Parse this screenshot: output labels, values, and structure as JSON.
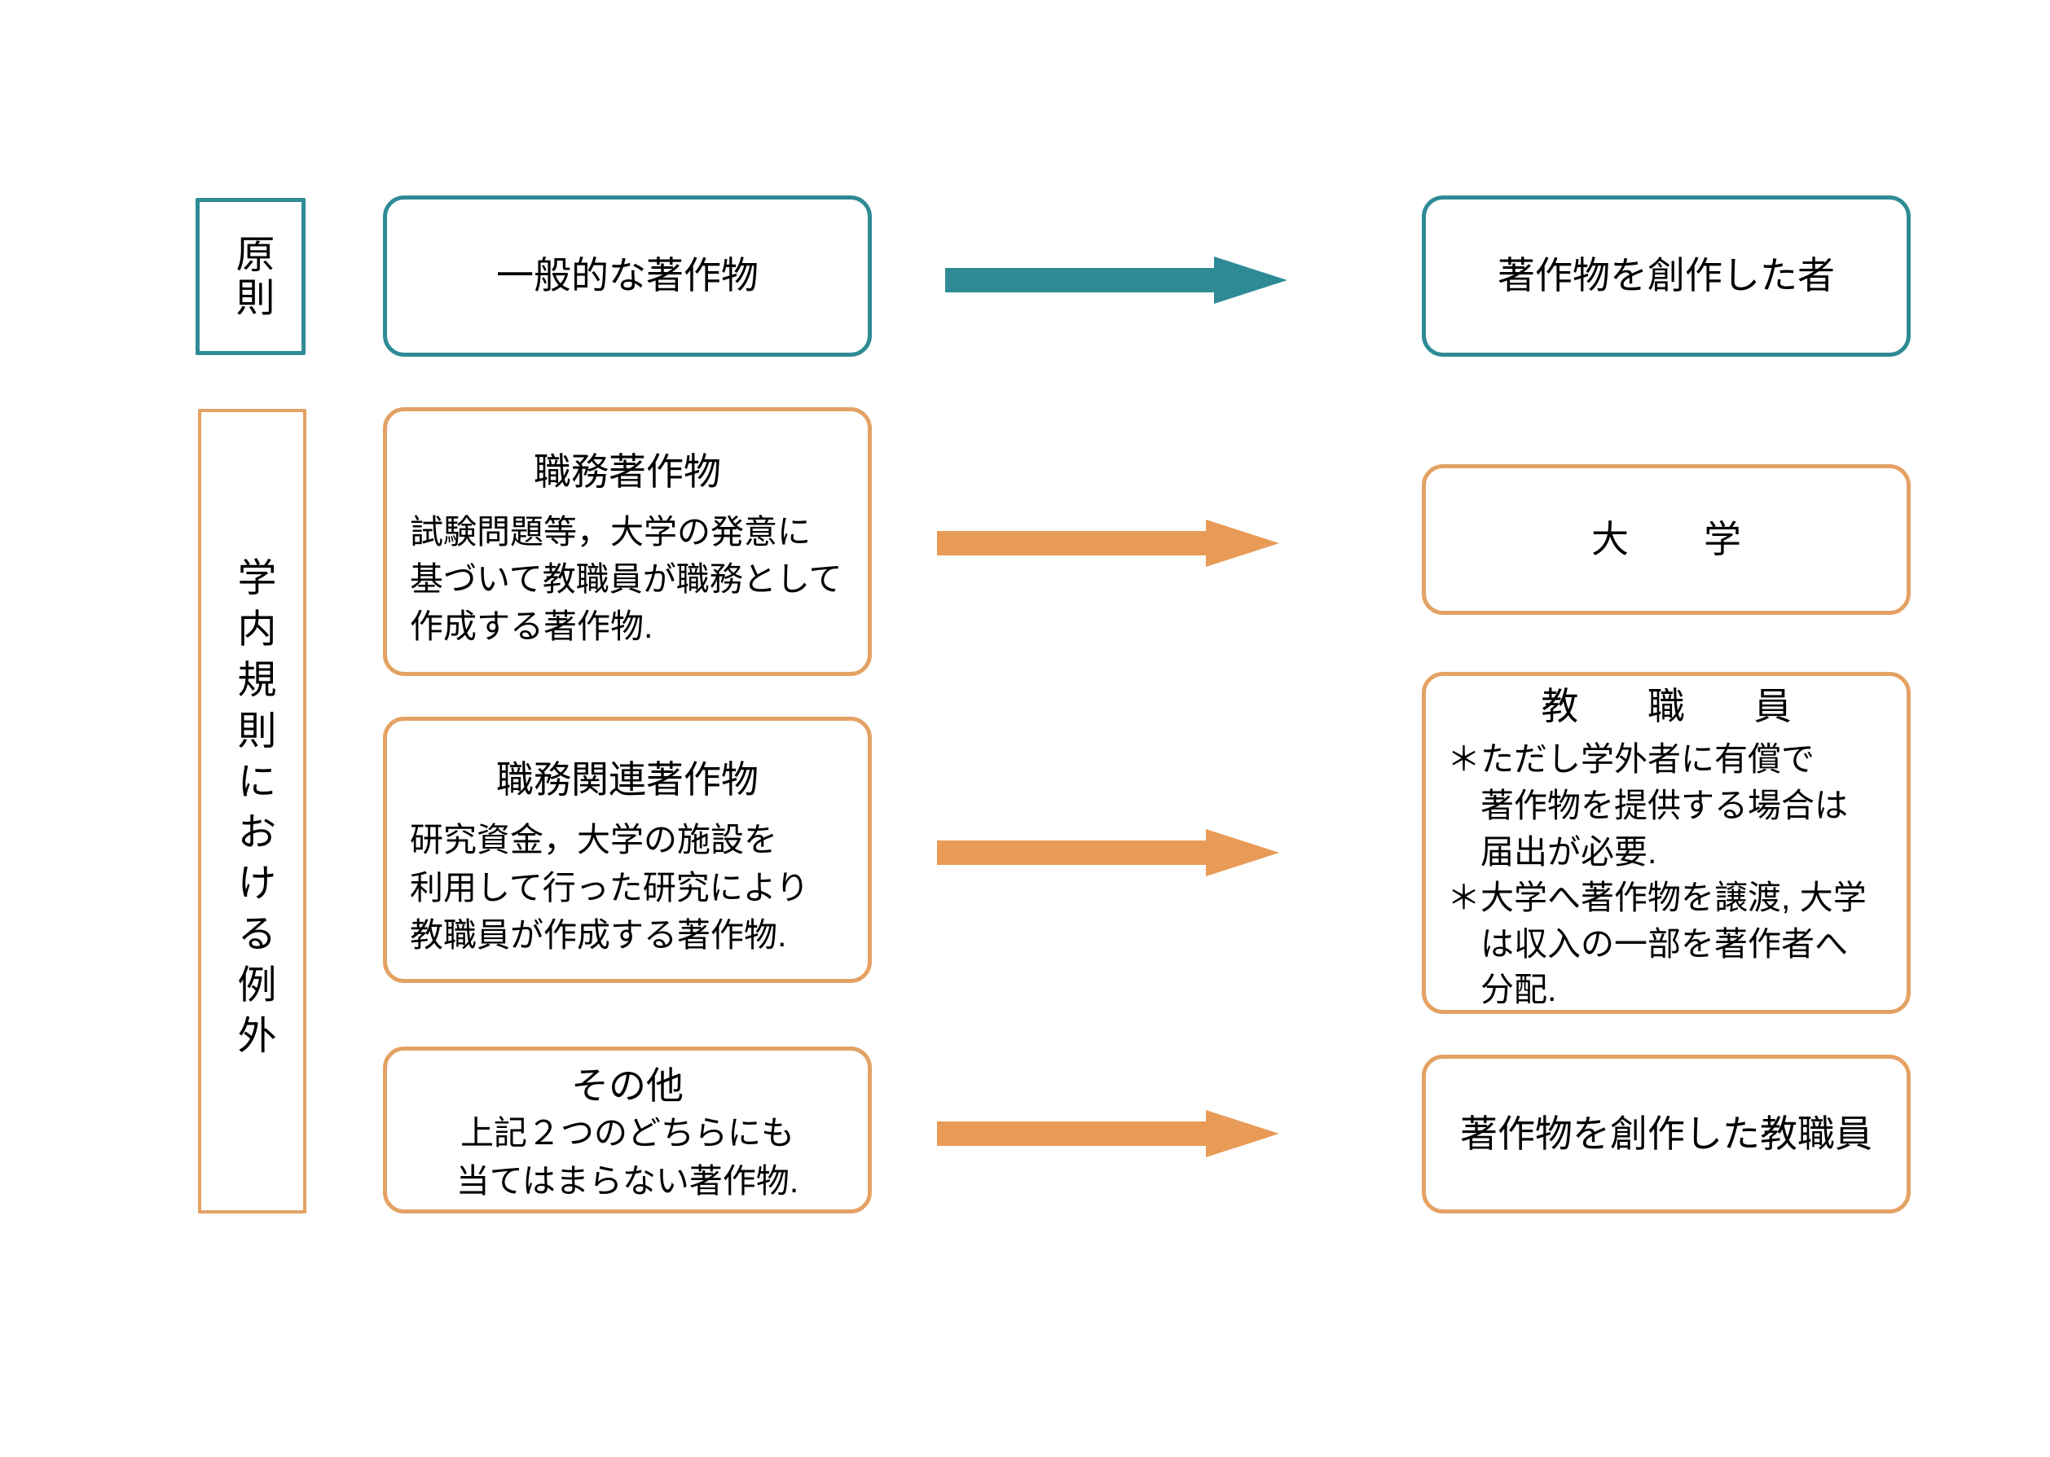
{
  "colors": {
    "teal": "#2E8B96",
    "orange": "#E3A264",
    "arrow_orange": "#E89B57",
    "text": "#000000",
    "background": "#FFFFFF"
  },
  "categories": {
    "principle": "原則",
    "exception": "学内規則における例外"
  },
  "rows": [
    {
      "id": "general",
      "accent": "teal",
      "left": {
        "title": "一般的な著作物"
      },
      "arrow": "arrow-right-teal",
      "right": {
        "title": "著作物を創作した者"
      }
    },
    {
      "id": "duty-work",
      "accent": "orange",
      "left": {
        "title": "職務著作物",
        "body": "試験問題等，大学の発意に\n基づいて教職員が職務として\n作成する著作物."
      },
      "arrow": "arrow-right-orange",
      "right": {
        "title": "大　　学"
      }
    },
    {
      "id": "duty-related-work",
      "accent": "orange",
      "left": {
        "title": "職務関連著作物",
        "body": "研究資金，大学の施設を\n利用して行った研究により\n教職員が作成する著作物."
      },
      "arrow": "arrow-right-orange",
      "right": {
        "title": "教　職　員",
        "notes": [
          "＊ただし学外者に有償で著作物を提供する場合は届出が必要.",
          "＊大学へ著作物を譲渡, 大学は収入の一部を著作者へ分配."
        ],
        "notes_text": "＊ただし学外者に有償で\n　著作物を提供する場合は\n　届出が必要.\n＊大学へ著作物を譲渡, 大学\n　は収入の一部を著作者へ\n　分配."
      }
    },
    {
      "id": "other",
      "accent": "orange",
      "left": {
        "title": "その他",
        "body": "上記２つのどちらにも\n当てはまらない著作物."
      },
      "arrow": "arrow-right-orange",
      "right": {
        "title": "著作物を創作した教職員"
      }
    }
  ]
}
